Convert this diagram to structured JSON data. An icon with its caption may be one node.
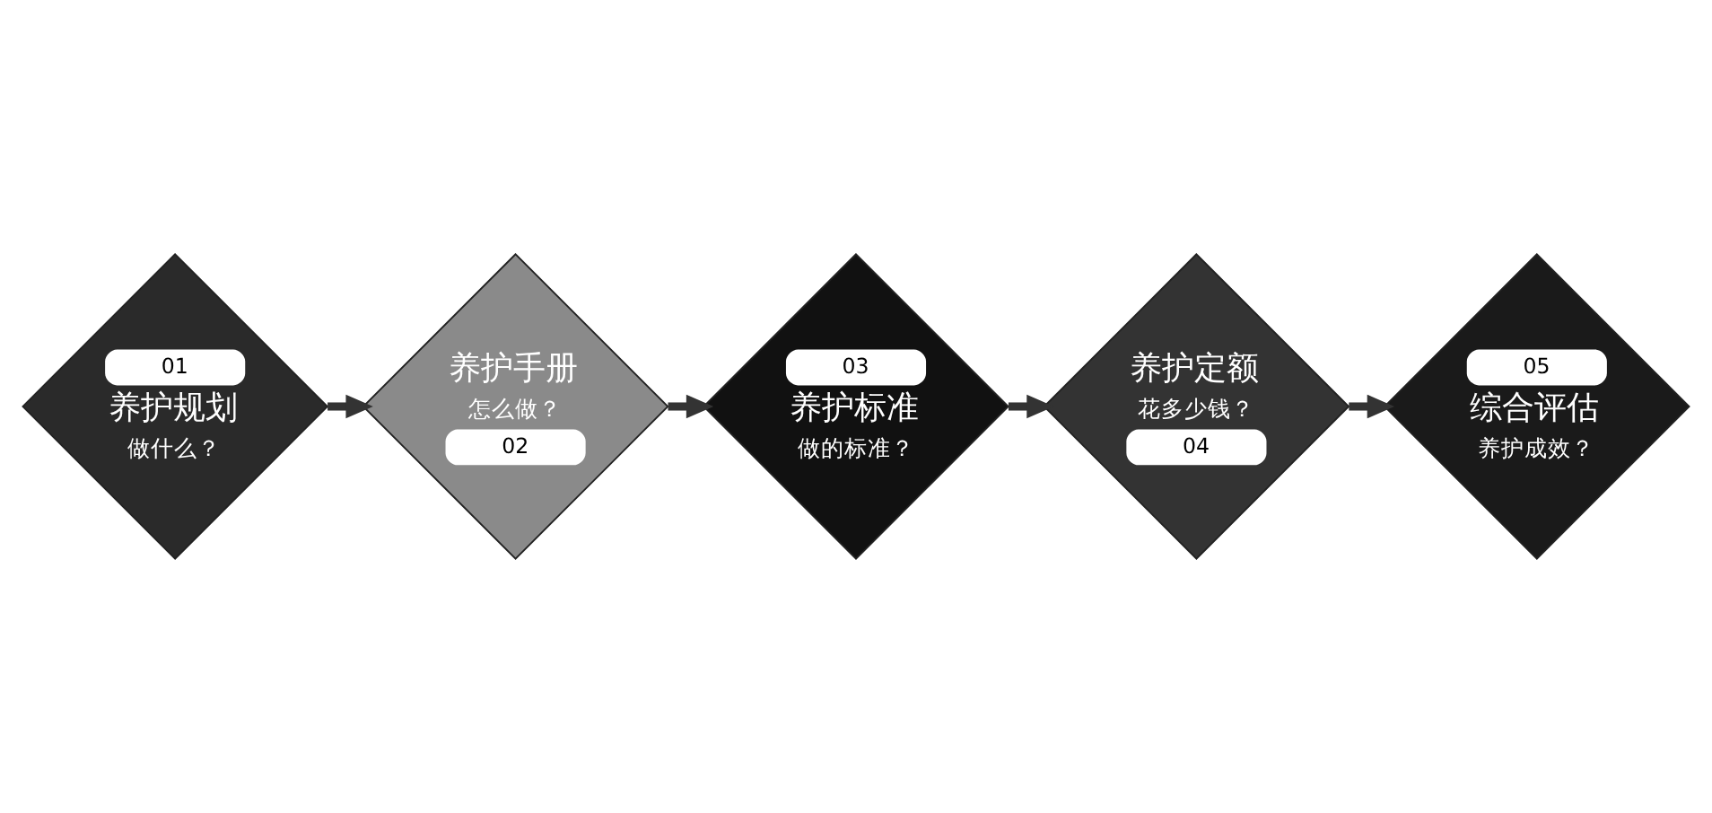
{
  "diagram": {
    "nodes": [
      {
        "text": [
          "01",
          "养护规划",
          "做什么？"
        ]
      },
      {
        "text": [
          "养护手册",
          "怎么做？",
          "02"
        ]
      },
      {
        "text": [
          "03",
          "养护标准",
          "做的标准？"
        ]
      },
      {
        "text": [
          "养护定额",
          "花多少钱？",
          "04"
        ]
      },
      {
        "text": [
          "05",
          "综合评估",
          "养护成效？"
        ]
      }
    ],
    "edges": [
      {
        "from": 0,
        "to": 1,
        "arrow": "to"
      },
      {
        "from": 1,
        "to": 2,
        "arrow": "to"
      },
      {
        "from": 2,
        "to": 3,
        "arrow": "to"
      },
      {
        "from": 3,
        "to": 4,
        "arrow": "to"
      }
    ]
  }
}
